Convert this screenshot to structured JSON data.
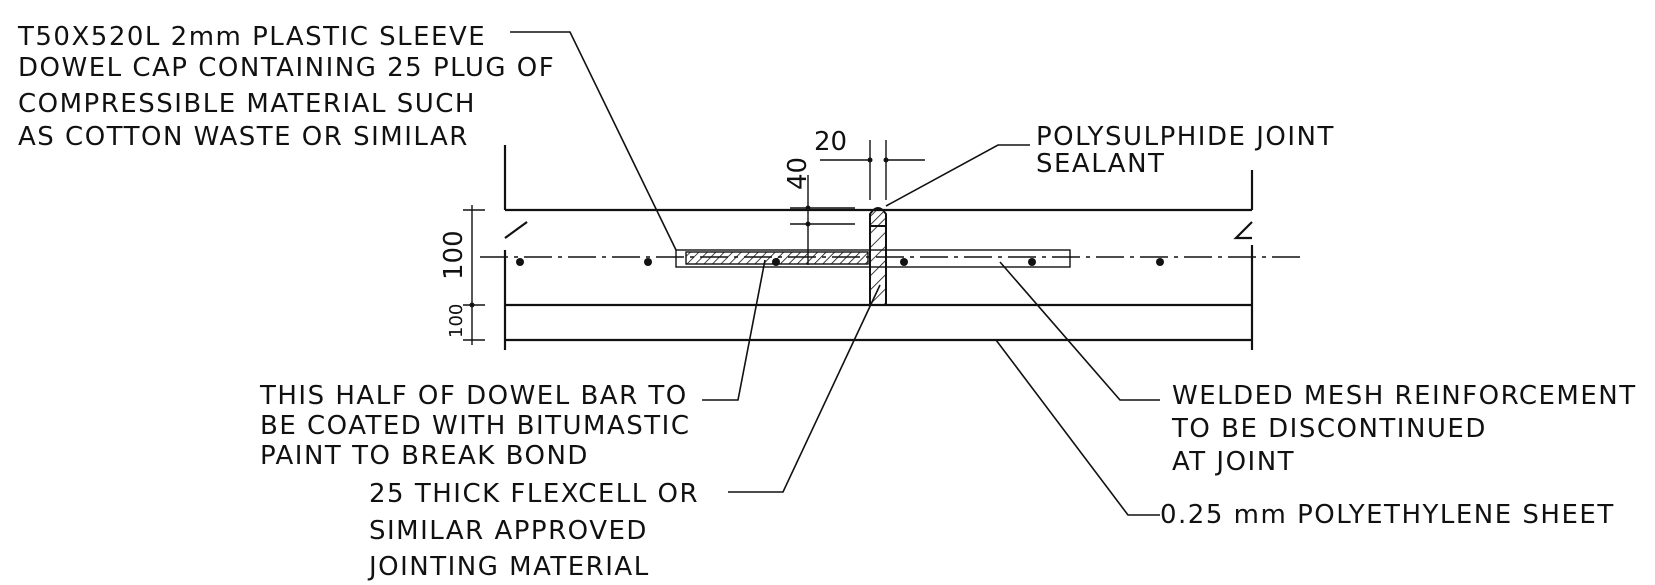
{
  "labels": {
    "dowel_cap": [
      "T50X520L 2mm PLASTIC SLEEVE",
      "DOWEL CAP CONTAINING 25 PLUG OF",
      "COMPRESSIBLE MATERIAL SUCH",
      "AS COTTON WASTE OR SIMILAR"
    ],
    "sealant": [
      "POLYSULPHIDE JOINT",
      "SEALANT"
    ],
    "dowel_half": [
      "THIS HALF OF DOWEL BAR TO",
      "BE COATED WITH BITUMASTIC",
      "PAINT TO BREAK BOND"
    ],
    "flexcell": [
      "25 THICK FLEXCELL OR",
      "SIMILAR APPROVED",
      "JOINTING MATERIAL"
    ],
    "mesh": [
      "WELDED MESH REINFORCEMENT",
      "TO BE DISCONTINUED",
      "AT JOINT"
    ],
    "polyethylene": "0.25 mm POLYETHYLENE SHEET"
  },
  "dimensions": {
    "joint_width": "20",
    "sealant_depth": "40",
    "slab_thickness": "100",
    "sub_base": "100"
  },
  "colors": {
    "line": "#111111",
    "background": "#ffffff"
  }
}
